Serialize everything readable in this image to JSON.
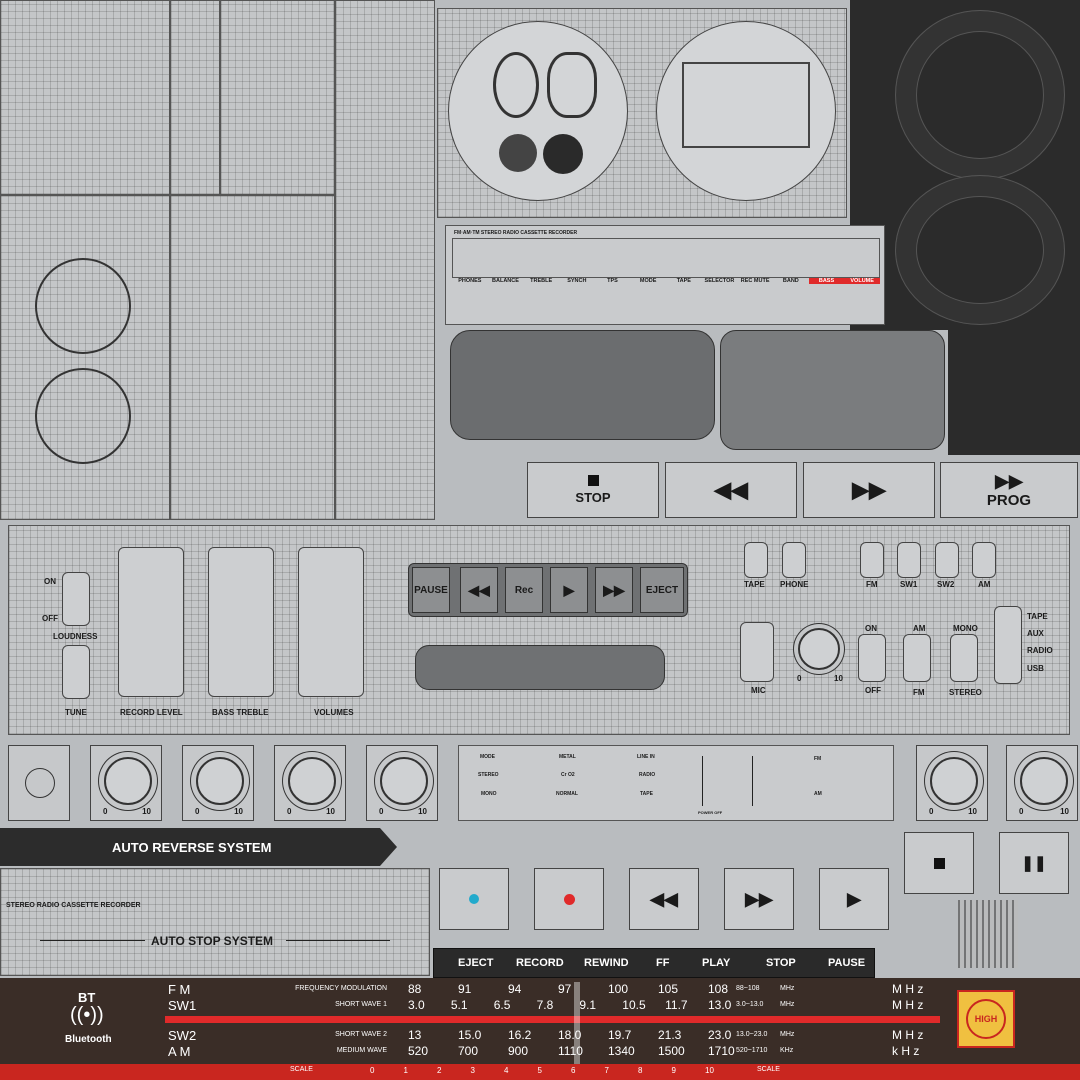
{
  "colors": {
    "accent_red": "#e02a2a",
    "dial_band": "#3a2d27",
    "cyan_dot": "#22aacc",
    "high_badge": "#f0c040"
  },
  "top_strip": {
    "title": "FM·AM·TM STEREO RADIO CASSETTE RECORDER",
    "labels": [
      "PHONES",
      "BALANCE",
      "TREBLE",
      "SYNCH",
      "TPS",
      "MODE",
      "TAPE",
      "SELECTOR",
      "REC MUTE",
      "BAND",
      "BASS",
      "VOLUME"
    ],
    "highlighted": [
      "BASS",
      "VOLUME"
    ]
  },
  "big_transport": {
    "stop": "STOP",
    "prog": "PROG"
  },
  "center_panel": {
    "on": "ON",
    "off": "OFF",
    "loudness": "LOUDNESS",
    "tune": "TUNE",
    "record_level": "RECORD LEVEL",
    "bass_treble": "BASS TREBLE",
    "volumes": "VOLUMES",
    "deck_buttons": [
      "PAUSE",
      "Rec",
      "EJECT"
    ]
  },
  "right_panel": {
    "tape": "TAPE",
    "phone": "PHONE",
    "fm": "FM",
    "sw1": "SW1",
    "sw2": "SW2",
    "am": "AM",
    "mic": "MIC",
    "zero": "0",
    "ten": "10",
    "on": "ON",
    "off": "OFF",
    "am2": "AM",
    "fm2": "FM",
    "mono": "MONO",
    "stereo": "STEREO",
    "source_list": [
      "TAPE",
      "AUX",
      "RADIO",
      "USB"
    ]
  },
  "knob_scale": {
    "min": "0",
    "max": "10"
  },
  "switch_panel": {
    "col1": [
      "MODE",
      "STEREO",
      "MONO"
    ],
    "col2": [
      "METAL",
      "Cr O2",
      "NORMAL"
    ],
    "col3": [
      "LINE IN",
      "RADIO",
      "TAPE"
    ],
    "power_off": "POWER OFF",
    "fm": "FM",
    "am": "AM"
  },
  "auto_reverse": "AUTO REVERSE SYSTEM",
  "stereo_recorder": "STEREO RADIO CASSETTE RECORDER",
  "auto_stop": "AUTO STOP SYSTEM",
  "control_bar": [
    "EJECT",
    "RECORD",
    "REWIND",
    "FF",
    "PLAY",
    "STOP",
    "PAUSE"
  ],
  "dial": {
    "bt": "BT",
    "bluetooth": "Bluetooth",
    "high": "HIGH",
    "rows": [
      {
        "band": "F M",
        "desc": "FREQUENCY MODULATION",
        "values": [
          "88",
          "91",
          "94",
          "97",
          "100",
          "105",
          "108"
        ],
        "range": "88~108",
        "unit_small": "MHz",
        "unit": "M H z"
      },
      {
        "band": "SW1",
        "desc": "SHORT   WAVE 1",
        "values": [
          "3.0",
          "5.1",
          "6.5",
          "7.8",
          "9.1",
          "10.5",
          "11.7",
          "13.0"
        ],
        "range": "3.0~13.0",
        "unit_small": "MHz",
        "unit": "M H z"
      },
      {
        "band": "SW2",
        "desc": "SHORT   WAVE 2",
        "values": [
          "13",
          "15.0",
          "16.2",
          "18.0",
          "19.7",
          "21.3",
          "23.0"
        ],
        "range": "13.0~23.0",
        "unit_small": "MHz",
        "unit": "M H z"
      },
      {
        "band": "A M",
        "desc": "MEDIUM   WAVE",
        "values": [
          "520",
          "700",
          "900",
          "1110",
          "1340",
          "1500",
          "1710"
        ],
        "range": "520~1710",
        "unit_small": "KHz",
        "unit": "k H z"
      }
    ],
    "scale_label": "SCALE",
    "scale_numbers": [
      "0",
      "1",
      "2",
      "3",
      "4",
      "5",
      "6",
      "7",
      "8",
      "9",
      "10"
    ]
  }
}
